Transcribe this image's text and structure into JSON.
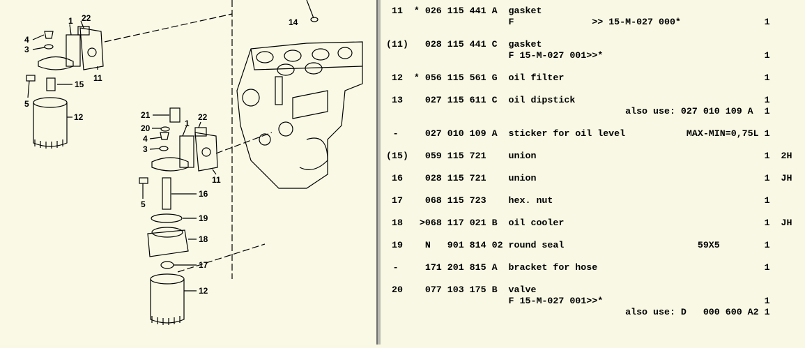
{
  "drawing": {
    "labels": [
      "22",
      "1",
      "4",
      "3",
      "5",
      "15",
      "11",
      "12",
      "14",
      "21",
      "20",
      "22",
      "1",
      "4",
      "3",
      "11",
      "16",
      "5",
      "19",
      "18",
      "17",
      "12"
    ]
  },
  "parts": [
    {
      "pos": "11",
      "mark": "*",
      "part": "026 115 441 A",
      "desc": "gasket",
      "lines": [
        {
          "text": "F              >> 15-M-027 000*",
          "qty": "1"
        }
      ],
      "qty": "",
      "code": ""
    },
    {
      "pos": "(11)",
      "mark": "",
      "part": "028 115 441 C",
      "desc": "gasket",
      "lines": [
        {
          "text": "F 15-M-027 001>>*",
          "qty": "1"
        }
      ],
      "qty": "",
      "code": ""
    },
    {
      "pos": "12",
      "mark": "*",
      "part": "056 115 561 G",
      "desc": "oil filter",
      "lines": [],
      "qty": "1",
      "code": ""
    },
    {
      "pos": "13",
      "mark": "",
      "part": "027 115 611 C",
      "desc": "oil dipstick",
      "lines": [
        {
          "text": "                       also use: 027 010 109 A",
          "qty": "1"
        }
      ],
      "qty": "1",
      "code": ""
    },
    {
      "pos": "-",
      "mark": "",
      "part": "027 010 109 A",
      "desc": "sticker for oil level           MAX-MIN=0,75L",
      "lines": [],
      "qty": "1",
      "code": ""
    },
    {
      "pos": "(15)",
      "mark": "",
      "part": "059 115 721",
      "desc": "union",
      "lines": [],
      "qty": "1",
      "code": "2H"
    },
    {
      "pos": "16",
      "mark": "",
      "part": "028 115 721",
      "desc": "union",
      "lines": [],
      "qty": "1",
      "code": "JH"
    },
    {
      "pos": "17",
      "mark": "",
      "part": "068 115 723",
      "desc": "hex. nut",
      "lines": [],
      "qty": "1",
      "code": ""
    },
    {
      "pos": "18",
      "mark": "",
      "part": ">068 117 021 B",
      "desc": "oil cooler",
      "lines": [],
      "qty": "1",
      "code": "JH"
    },
    {
      "pos": "19",
      "mark": "",
      "part": "N   901 814 02",
      "desc": "round seal                        59X5",
      "lines": [],
      "qty": "1",
      "code": ""
    },
    {
      "pos": "-",
      "mark": "",
      "part": "171 201 815 A",
      "desc": "bracket for hose",
      "lines": [],
      "qty": "1",
      "code": ""
    },
    {
      "pos": "20",
      "mark": "",
      "part": "077 103 175 B",
      "desc": "valve",
      "lines": [
        {
          "text": "F 15-M-027 001>>*",
          "qty": "1"
        },
        {
          "text": "                       also use: D   000 600 A2",
          "qty": "1"
        }
      ],
      "qty": "",
      "code": ""
    }
  ]
}
